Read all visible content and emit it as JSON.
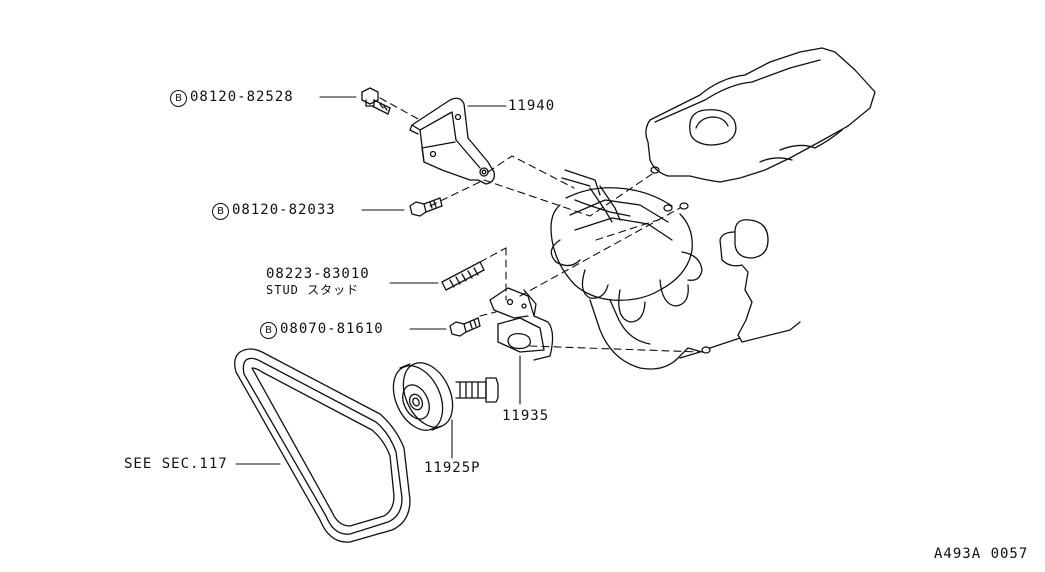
{
  "callouts": {
    "bolt_upper": {
      "badge": "B",
      "part_no": "08120-82528"
    },
    "bracket_upper": {
      "part_no": "11940"
    },
    "bolt_middle": {
      "badge": "B",
      "part_no": "08120-82033"
    },
    "stud": {
      "part_no": "08223-83010",
      "name": "STUD スタッド"
    },
    "bolt_lower": {
      "badge": "B",
      "part_no": "08070-81610"
    },
    "bracket_lower": {
      "part_no": "11935"
    },
    "idler_pulley": {
      "part_no": "11925P"
    },
    "belt": {
      "reference": "SEE SEC.117"
    }
  },
  "diagram_code": "A493A 0057"
}
